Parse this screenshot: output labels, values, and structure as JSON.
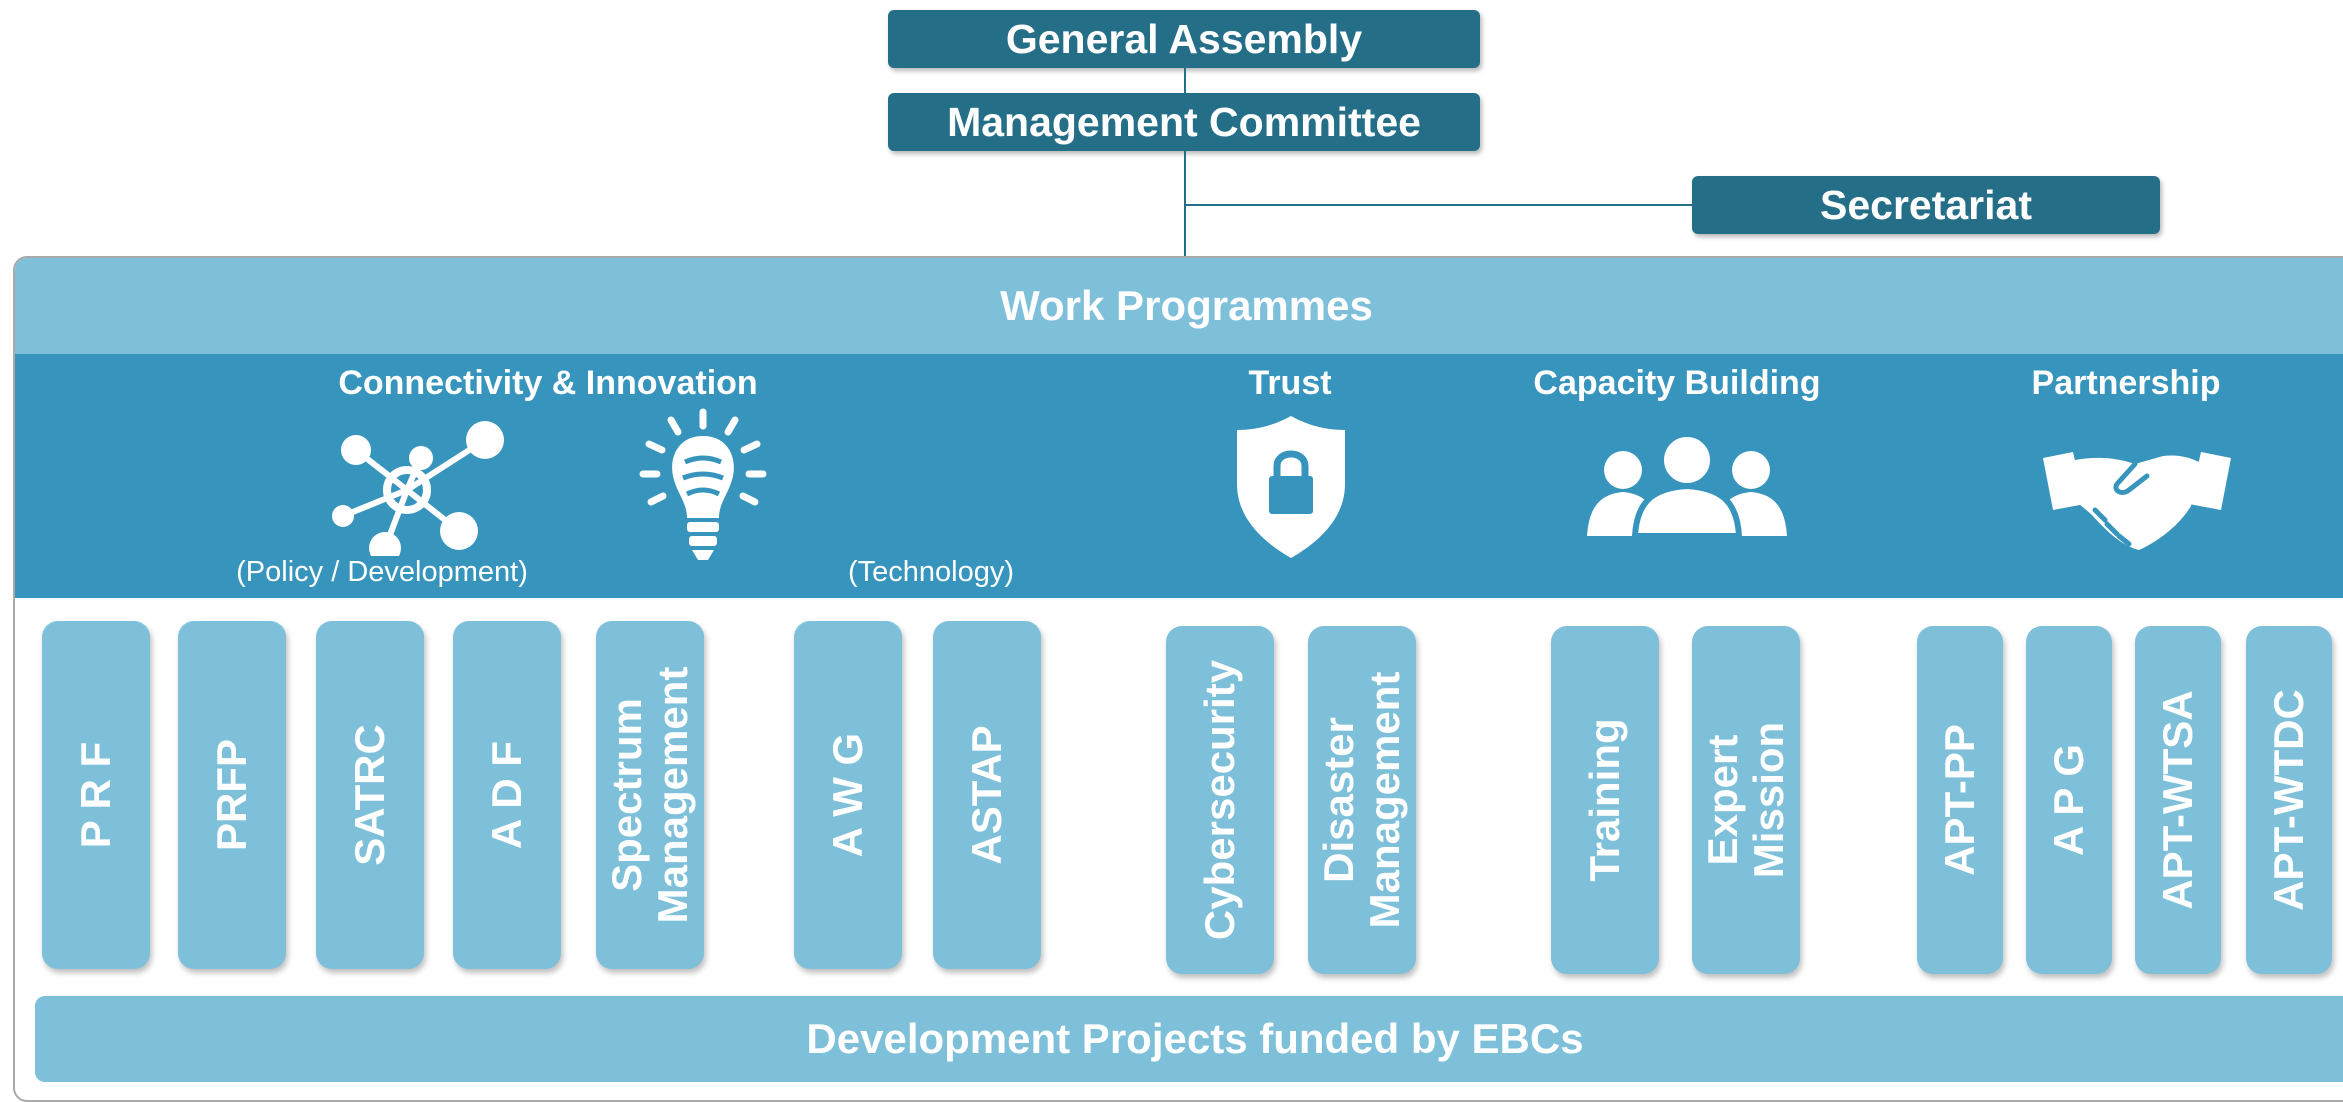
{
  "top": {
    "general_assembly": "General Assembly",
    "management_committee": "Management Committee",
    "secretariat": "Secretariat"
  },
  "work_programmes": {
    "title": "Work Programmes",
    "categories": {
      "connectivity": "Connectivity & Innovation",
      "trust": "Trust",
      "capacity": "Capacity Building",
      "partnership": "Partnership"
    },
    "sublabels": {
      "policy": "(Policy / Development)",
      "technology": "(Technology)"
    },
    "icons": [
      "network-icon",
      "lightbulb-icon",
      "shield-lock-icon",
      "people-icon",
      "handshake-icon"
    ],
    "groups": [
      "P R F",
      "PRFP",
      "SATRC",
      "A D F",
      "Spectrum\nManagement",
      "A W G",
      "ASTAP",
      "Cybersecurity",
      "Disaster\nManagement",
      "Training",
      "Expert\nMission",
      "APT-PP",
      "A P G",
      "APT-WTSA",
      "APT-WTDC"
    ]
  },
  "footer": "Development Projects funded by EBCs",
  "colors": {
    "dark": "#256e88",
    "light": "#7ec0da",
    "band": "#3795bd",
    "frame": "#a9a9a9"
  }
}
